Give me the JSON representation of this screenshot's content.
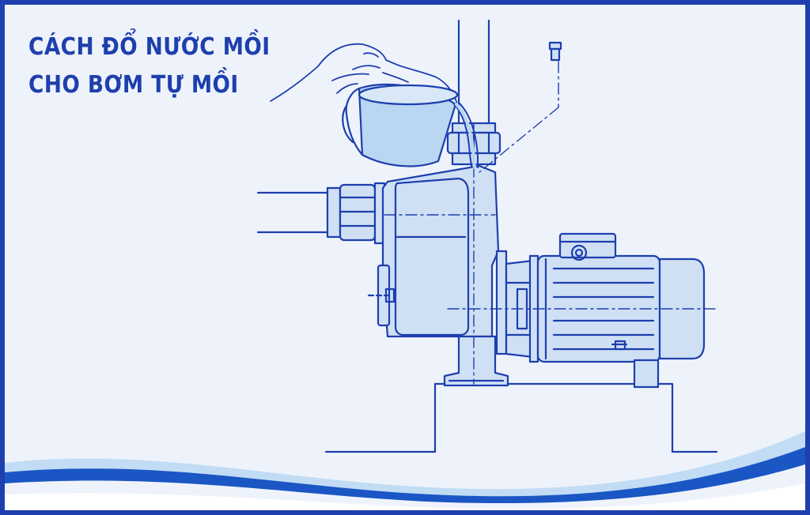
{
  "title": {
    "line1": "CÁCH ĐỔ NƯỚC MỒI",
    "line2": "CHO BƠM TỰ MỒI"
  },
  "colors": {
    "ink": "#1e3fae",
    "background": "#eef3fb",
    "pump_fill": "#cfe0f5",
    "water": "#b9d6f2",
    "wave_dark": "#1a56c4",
    "wave_light": "#9cc8ee"
  },
  "illustration": {
    "subject": "self-priming-pump",
    "action": "pouring-priming-water"
  }
}
